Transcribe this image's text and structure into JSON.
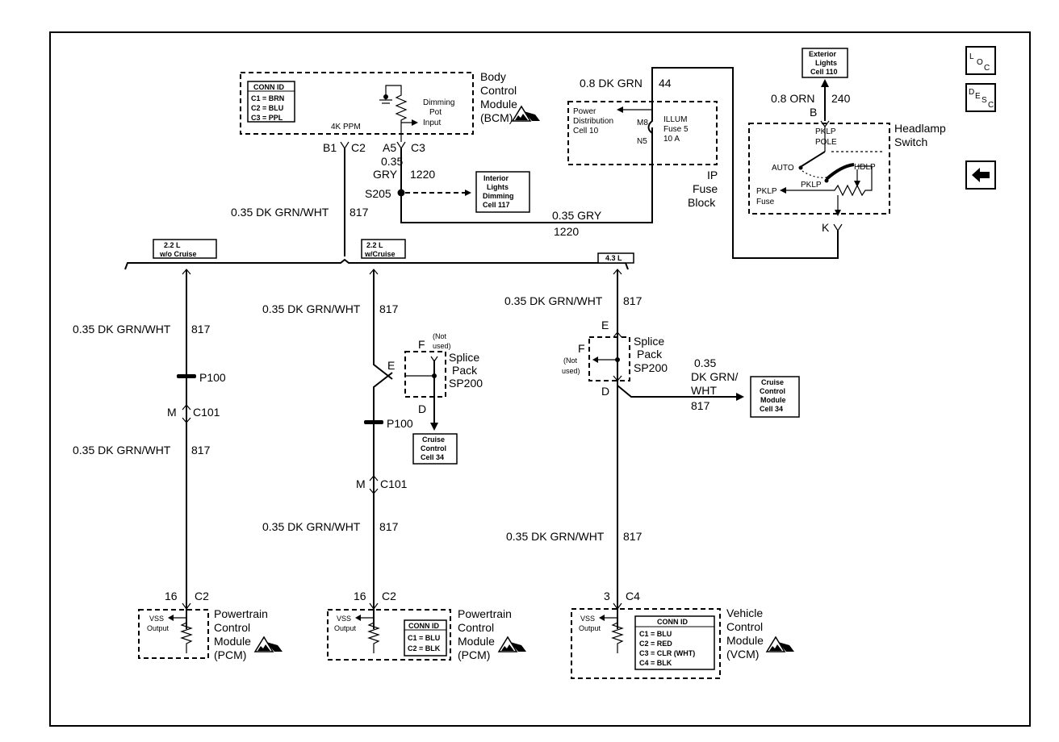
{
  "bcm": {
    "name1": "Body",
    "name2": "Control",
    "name3": "Module",
    "abbr": "(BCM)",
    "conn_title": "CONN ID",
    "conn": [
      "C1 = BRN",
      "C2 = BLU",
      "C3 = PPL"
    ],
    "dim1": "Dimming",
    "dim2": "Pot",
    "dim3": "Input",
    "ppm": "4K PPM",
    "pin_b1": "B1",
    "pin_c2": "C2",
    "pin_a5": "A5",
    "pin_c3": "C3"
  },
  "wires": {
    "w035": "0.35",
    "gry": "GRY",
    "c1220": "1220",
    "s205": "S205",
    "dkgrnwht": "0.35 DK GRN/WHT",
    "c817": "817",
    "gry_full": "0.35 GRY",
    "dkgrn08": "0.8 DK GRN",
    "c44": "44",
    "orn08": "0.8 ORN",
    "c240": "240",
    "pin_b": "B",
    "pin_k": "K"
  },
  "interior": {
    "l1": "Interior",
    "l2": "Lights",
    "l3": "Dimming",
    "l4": "Cell 117"
  },
  "fuse": {
    "l1": "Power",
    "l2": "Distribution",
    "l3": "Cell 10",
    "m8": "M8",
    "n5": "N5",
    "f1": "ILLUM",
    "f2": "Fuse 5",
    "f3": "10 A",
    "ip1": "IP",
    "ip2": "Fuse",
    "ip3": "Block"
  },
  "exterior": {
    "l1": "Exterior",
    "l2": "Lights",
    "l3": "Cell 110"
  },
  "headlamp": {
    "t1": "Headlamp",
    "t2": "Switch",
    "pklp": "PKLP",
    "pole": "POLE",
    "auto": "AUTO",
    "hdlp": "HDLP",
    "pklp2": "PKLP",
    "pklp_fuse1": "PKLP",
    "pklp_fuse2": "Fuse"
  },
  "options": {
    "o1a": "2.2 L",
    "o1b": "w/o Cruise",
    "o2a": "2.2 L",
    "o2b": "w/Cruise",
    "o3": "4.3 L"
  },
  "col1": {
    "p100": "P100",
    "m": "M",
    "c101": "C101",
    "pin16": "16",
    "c2": "C2",
    "vss1": "VSS",
    "vss2": "Output",
    "n1": "Powertrain",
    "n2": "Control",
    "n3": "Module",
    "n4": "(PCM)"
  },
  "col2": {
    "e": "E",
    "f": "F",
    "notused1": "(Not",
    "notused2": "used)",
    "sp1": "Splice",
    "sp2": "Pack",
    "sp3": "SP200",
    "d": "D",
    "cc1": "Cruise",
    "cc2": "Control",
    "cc3": "Cell 34",
    "p100": "P100",
    "m": "M",
    "c101": "C101",
    "pin16": "16",
    "c2": "C2",
    "vss1": "VSS",
    "vss2": "Output",
    "conn_title": "CONN ID",
    "conn": [
      "C1 = BLU",
      "C2 = BLK"
    ],
    "n1": "Powertrain",
    "n2": "Control",
    "n3": "Module",
    "n4": "(PCM)"
  },
  "col3": {
    "e": "E",
    "f": "F",
    "notused1": "(Not",
    "notused2": "used)",
    "sp1": "Splice",
    "sp2": "Pack",
    "sp3": "SP200",
    "d": "D",
    "w1": "0.35",
    "w2": "DK GRN/",
    "w3": "WHT",
    "w4": "817",
    "cc1": "Cruise",
    "cc2": "Control",
    "cc3": "Module",
    "cc4": "Cell 34",
    "pin3": "3",
    "c4": "C4",
    "vss1": "VSS",
    "vss2": "Output",
    "conn_title": "CONN ID",
    "conn": [
      "C1 = BLU",
      "C2 = RED",
      "C3 = CLR (WHT)",
      "C4 = BLK"
    ],
    "n1": "Vehicle",
    "n2": "Control",
    "n3": "Module",
    "n4": "(VCM)"
  },
  "nav": {
    "loc_a": "L",
    "loc_b": "O",
    "loc_c": "C",
    "desc_a": "D",
    "desc_b": "E",
    "desc_c": "S",
    "desc_d": "C"
  }
}
